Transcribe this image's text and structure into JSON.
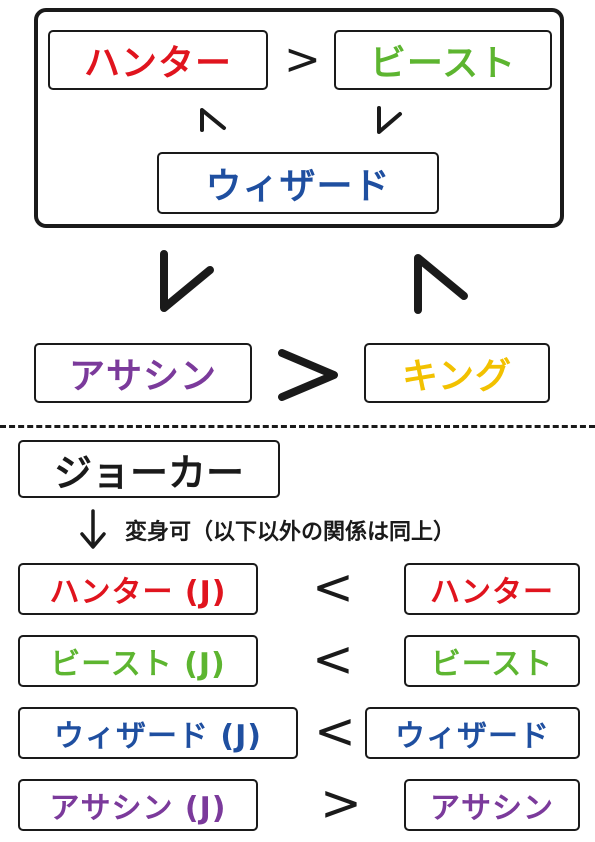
{
  "colors": {
    "hunter": "#e0141e",
    "beast": "#5db530",
    "wizard": "#1f4fa0",
    "assassin": "#7b3a9b",
    "king": "#f2c100",
    "joker": "#1a1a1a"
  },
  "top_diagram": {
    "hunter": "ハンター",
    "beast": "ビースト",
    "wizard": "ウィザード",
    "hunter_vs_beast": ">",
    "wizard_vs_hunter": "^",
    "beast_vs_wizard": "v"
  },
  "middle": {
    "group_vs_assassin": "v",
    "king_vs_group": "^",
    "assassin": "アサシン",
    "king": "キング",
    "assassin_vs_king": ">"
  },
  "joker": {
    "title": "ジョーカー",
    "arrow": "↓",
    "note": "変身可（以下以外の関係は同上）",
    "rows": [
      {
        "left": "ハンター (J)",
        "op": "<",
        "right": "ハンター",
        "color": "hunter"
      },
      {
        "left": "ビースト (J)",
        "op": "<",
        "right": "ビースト",
        "color": "beast"
      },
      {
        "left": "ウィザード (J)",
        "op": "<",
        "right": "ウィザード",
        "color": "wizard"
      },
      {
        "left": "アサシン (J)",
        "op": ">",
        "right": "アサシン",
        "color": "assassin"
      }
    ]
  }
}
